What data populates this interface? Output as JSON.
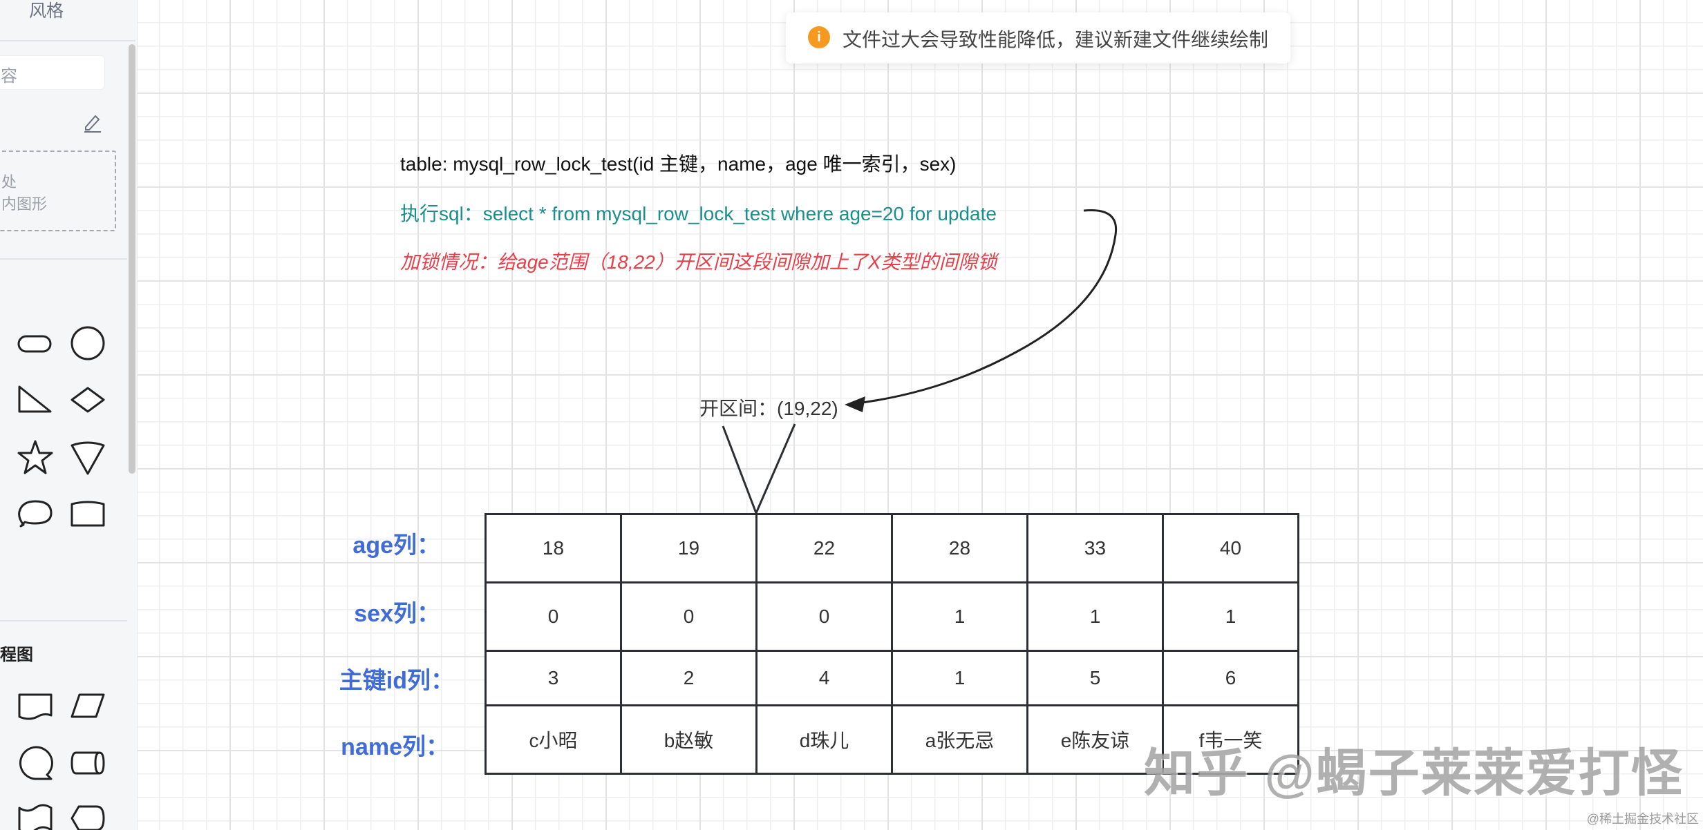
{
  "sidebar": {
    "tab_label": "风格",
    "search_placeholder": "容",
    "drop_zone": {
      "line1": "处",
      "line2": "内图形"
    },
    "section_title": "程图",
    "shapes_basic": [
      "rounded-rectangle",
      "circle",
      "right-triangle",
      "diamond",
      "star",
      "funnel",
      "speech-bubble",
      "rounded-top-rectangle"
    ],
    "shapes_flowchart": [
      "document",
      "parallelogram",
      "sequential-storage",
      "cylinder-horizontal",
      "tape",
      "display"
    ]
  },
  "toast": {
    "icon": "info-icon",
    "icon_glyph": "i",
    "message": "文件过大会导致性能降低，建议新建文件继续绘制",
    "accent_color": "#f59a1e"
  },
  "canvas": {
    "line1": "table: mysql_row_lock_test(id 主键，name，age 唯一索引，sex)",
    "line2": "执行sql：select * from  mysql_row_lock_test  where  age=20 for update",
    "line3": "加锁情况：给age范围（18,22）开区间这段间隙加上了X类型的间隙锁",
    "interval_label": "开区间：(19,22)",
    "colors": {
      "line2": "#1a8f8a",
      "line3": "#e8404a",
      "row_labels": "#3f6cd8"
    },
    "row_labels": [
      "age列：",
      "sex列：",
      "主键id列：",
      "name列："
    ],
    "table": {
      "age": [
        "18",
        "19",
        "22",
        "28",
        "33",
        "40"
      ],
      "sex": [
        "0",
        "0",
        "0",
        "1",
        "1",
        "1"
      ],
      "id": [
        "3",
        "2",
        "4",
        "1",
        "5",
        "6"
      ],
      "name": [
        "c小昭",
        "b赵敏",
        "d珠儿",
        "a张无忌",
        "e陈友谅",
        "f韦一笑"
      ]
    }
  },
  "watermark": "知乎 @蝎子莱莱爱打怪",
  "credit": "@稀土掘金技术社区"
}
